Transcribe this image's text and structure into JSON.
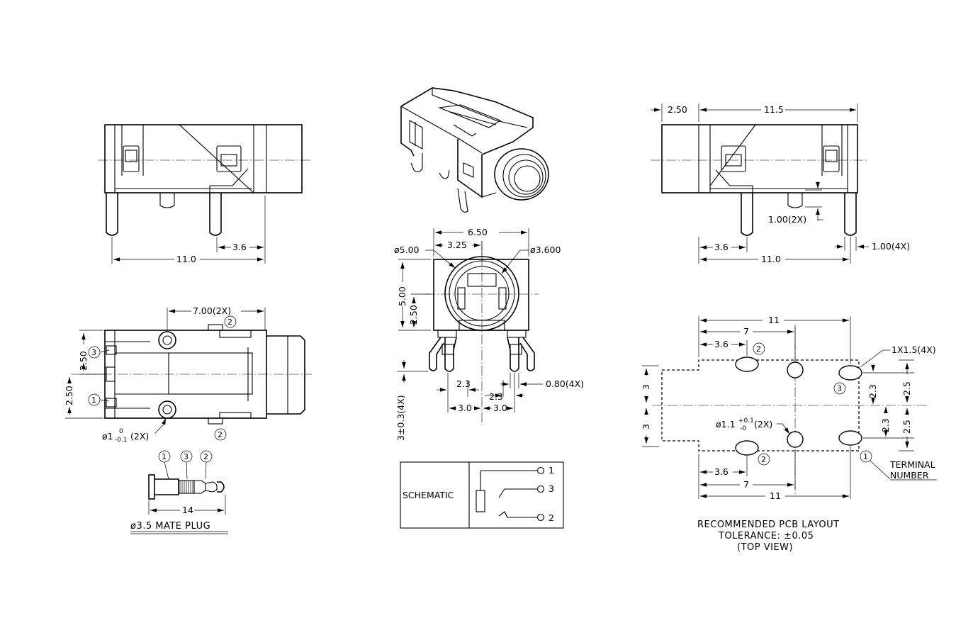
{
  "views": {
    "front": {
      "dim_total": "11.0",
      "dim_pin": "3.6"
    },
    "right_side": {
      "dim_front": "2.50",
      "dim_total_top": "11.5",
      "dim_pin_width": "1.00(2X)",
      "dim_pin_width_4x": "1.00(4X)",
      "dim_pin": "3.6",
      "dim_total": "11.0"
    },
    "bottom": {
      "dim_peg_spacing": "7.00(2X)",
      "dim_upper": "2.50",
      "dim_lower": "2.50",
      "peg_label_prefix": "ø1",
      "peg_tol_upper": "0",
      "peg_tol_lower": "-0.1",
      "peg_label_suffix": "(2X)"
    },
    "end": {
      "dim_width": "6.50",
      "dim_half_width": "3.25",
      "dim_outer_diameter": "ø5.00",
      "dim_inner_diameter": "ø3.600",
      "dim_height": "5.00",
      "dim_half_height": "2.50",
      "dim_pin_left": "2.3",
      "dim_pin_right": "2.3",
      "dim_lead_width": "0.80(4X)",
      "dim_pitch_left": "3.0",
      "dim_pitch_right": "3.0",
      "dim_lead_length": "3±0.3(4X)"
    },
    "plug": {
      "dim_length": "14",
      "caption": "ø3.5 MATE PLUG"
    },
    "schematic": {
      "title": "SCHEMATIC",
      "pin1": "1",
      "pin3": "3",
      "pin2": "2"
    },
    "pcb": {
      "dim_total_top": "11",
      "dim_mid_top": "7",
      "dim_pin_top": "3.6",
      "slot_size": "1X1.5(4X)",
      "hole_label_prefix": "ø1.1",
      "hole_tol_upper": "+0.1",
      "hole_tol_lower": "-0",
      "hole_label_suffix": "(2X)",
      "dim_left_upper": "3",
      "dim_left_lower": "3",
      "dim_right_a_upper": "2.3",
      "dim_right_a_lower": "2.3",
      "dim_right_b_upper": "2.5",
      "dim_right_b_lower": "2.5",
      "dim_pin_bottom": "3.6",
      "dim_mid_bottom": "7",
      "dim_total_bottom": "11",
      "terminal_label_1": "TERMINAL",
      "terminal_label_2": "NUMBER",
      "note_line1": "RECOMMENDED PCB LAYOUT",
      "note_line2": "TOLERANCE: ±0.05",
      "note_line3": "(TOP VIEW)"
    },
    "terminal_numbers": {
      "one": "1",
      "two": "2",
      "three": "3"
    }
  }
}
